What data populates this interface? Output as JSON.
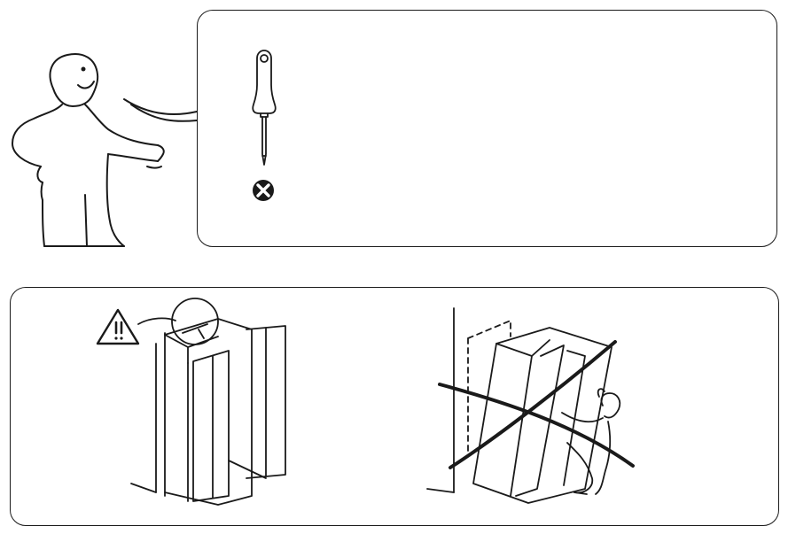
{
  "colors": {
    "ink": "#1a1a1a",
    "paper": "#ffffff"
  },
  "header_panel": {
    "tool_icon": "phillips-screwdriver",
    "status_icon": "x-circle-icon"
  },
  "safety_panel": {
    "warning_icon": "warning-triangle-exclamation",
    "correct_scene": "wardrobe-secured-to-wall",
    "incorrect_scene": "wardrobe-tipping-over-crossed-out"
  }
}
